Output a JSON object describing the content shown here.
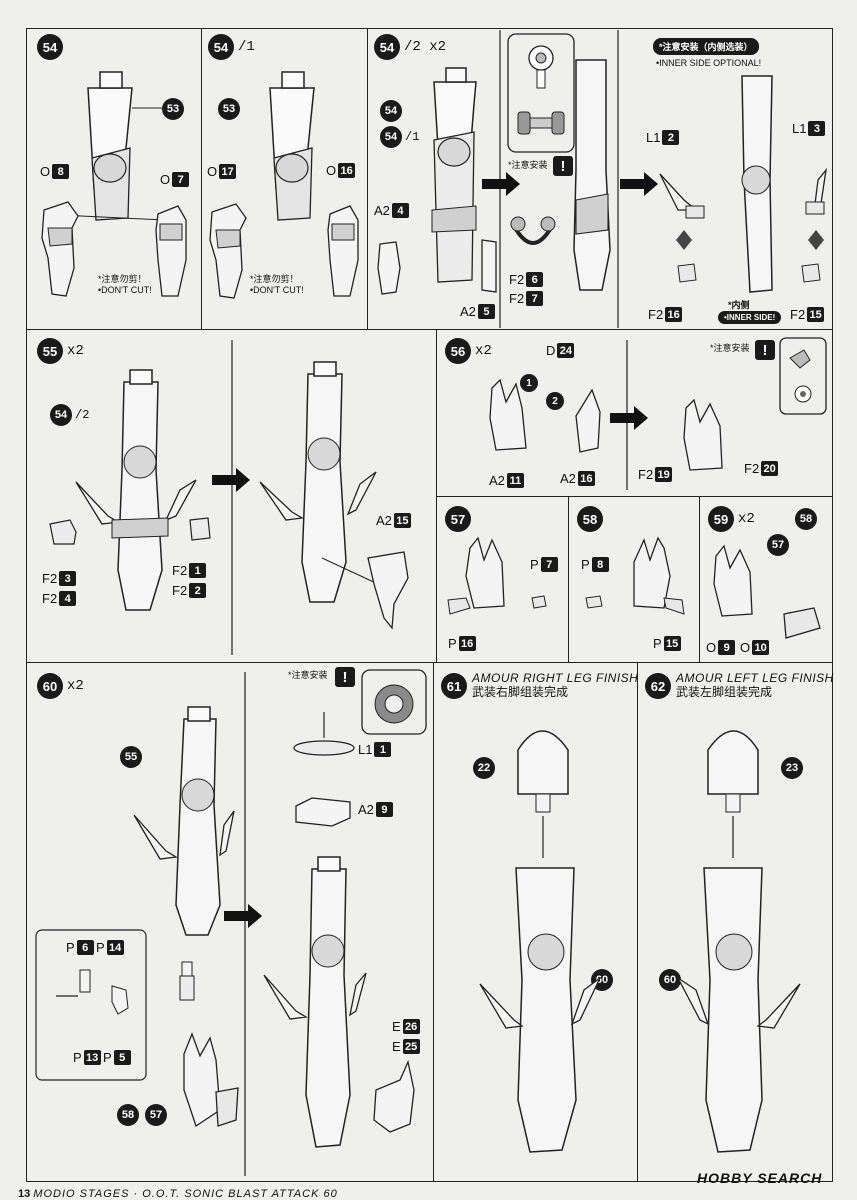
{
  "page": {
    "footer_text": "MODIO STAGES · O.O.T. SONIC BLAST ATTACK 60",
    "page_number": "13",
    "watermark": "HOBBY SEARCH"
  },
  "notes": {
    "dont_cut_cn": "*注意勿剪！",
    "dont_cut_en": "•DON'T CUT!",
    "caution_cn": "*注意安装",
    "inner_optional_cn": "*注意安装（内侧选装）",
    "inner_optional_en": "•INNER SIDE OPTIONAL!",
    "inner_side_cn": "*内侧",
    "inner_side_en": "•INNER SIDE!"
  },
  "steps": {
    "s54a": {
      "num": "54",
      "refs": [
        "53"
      ],
      "tags": [
        {
          "pre": "O",
          "n": "8"
        },
        {
          "pre": "O",
          "n": "7"
        }
      ]
    },
    "s54b": {
      "num": "54",
      "suffix": "/1",
      "refs": [
        "53"
      ],
      "tags": [
        {
          "pre": "O",
          "n": "17"
        },
        {
          "pre": "O",
          "n": "16"
        }
      ]
    },
    "s54c": {
      "num": "54",
      "suffix": "/2 x2",
      "refs": [
        "54",
        "54"
      ],
      "ref_suffix": "/1",
      "tags": [
        {
          "pre": "A2",
          "n": "4"
        },
        {
          "pre": "A2",
          "n": "5"
        },
        {
          "pre": "F2",
          "n": "6"
        },
        {
          "pre": "F2",
          "n": "7"
        }
      ]
    },
    "s54d": {
      "tags": [
        {
          "pre": "L1",
          "n": "2"
        },
        {
          "pre": "L1",
          "n": "3"
        },
        {
          "pre": "F2",
          "n": "16"
        },
        {
          "pre": "F2",
          "n": "15"
        }
      ]
    },
    "s55": {
      "num": "55",
      "suffix": "x2",
      "ref": "54",
      "ref_suffix": "/2",
      "tags": [
        {
          "pre": "F2",
          "n": "3"
        },
        {
          "pre": "F2",
          "n": "4"
        },
        {
          "pre": "F2",
          "n": "1"
        },
        {
          "pre": "F2",
          "n": "2"
        },
        {
          "pre": "A2",
          "n": "15"
        }
      ]
    },
    "s56": {
      "num": "56",
      "suffix": "x2",
      "tags": [
        {
          "pre": "D",
          "n": "24"
        },
        {
          "pre": "A2",
          "n": "11"
        },
        {
          "pre": "A2",
          "n": "16"
        },
        {
          "pre": "F2",
          "n": "19"
        },
        {
          "pre": "F2",
          "n": "20"
        }
      ],
      "order": [
        "1",
        "2"
      ]
    },
    "s57": {
      "num": "57",
      "tags": [
        {
          "pre": "P",
          "n": "7"
        },
        {
          "pre": "P",
          "n": "16"
        }
      ]
    },
    "s58": {
      "num": "58",
      "tags": [
        {
          "pre": "P",
          "n": "8"
        },
        {
          "pre": "P",
          "n": "15"
        }
      ]
    },
    "s59": {
      "num": "59",
      "suffix": "x2",
      "refs": [
        "58",
        "57"
      ],
      "tags": [
        {
          "pre": "O",
          "n": "9"
        },
        {
          "pre": "O",
          "n": "10"
        }
      ]
    },
    "s60": {
      "num": "60",
      "suffix": "x2",
      "refs": [
        "55",
        "58",
        "57"
      ],
      "tags": [
        {
          "pre": "P",
          "n": "6"
        },
        {
          "pre": "P",
          "n": "14"
        },
        {
          "pre": "P",
          "n": "13"
        },
        {
          "pre": "P",
          "n": "5"
        },
        {
          "pre": "L1",
          "n": "1"
        },
        {
          "pre": "A2",
          "n": "9"
        },
        {
          "pre": "E",
          "n": "26"
        },
        {
          "pre": "E",
          "n": "25"
        }
      ]
    },
    "s61": {
      "num": "61",
      "title_en": "AMOUR RIGHT LEG FINISH",
      "title_cn": "武装右脚组装完成",
      "refs": [
        "22",
        "60"
      ]
    },
    "s62": {
      "num": "62",
      "title_en": "AMOUR LEFT LEG FINISH",
      "title_cn": "武装左脚组装完成",
      "refs": [
        "23",
        "60"
      ]
    }
  }
}
